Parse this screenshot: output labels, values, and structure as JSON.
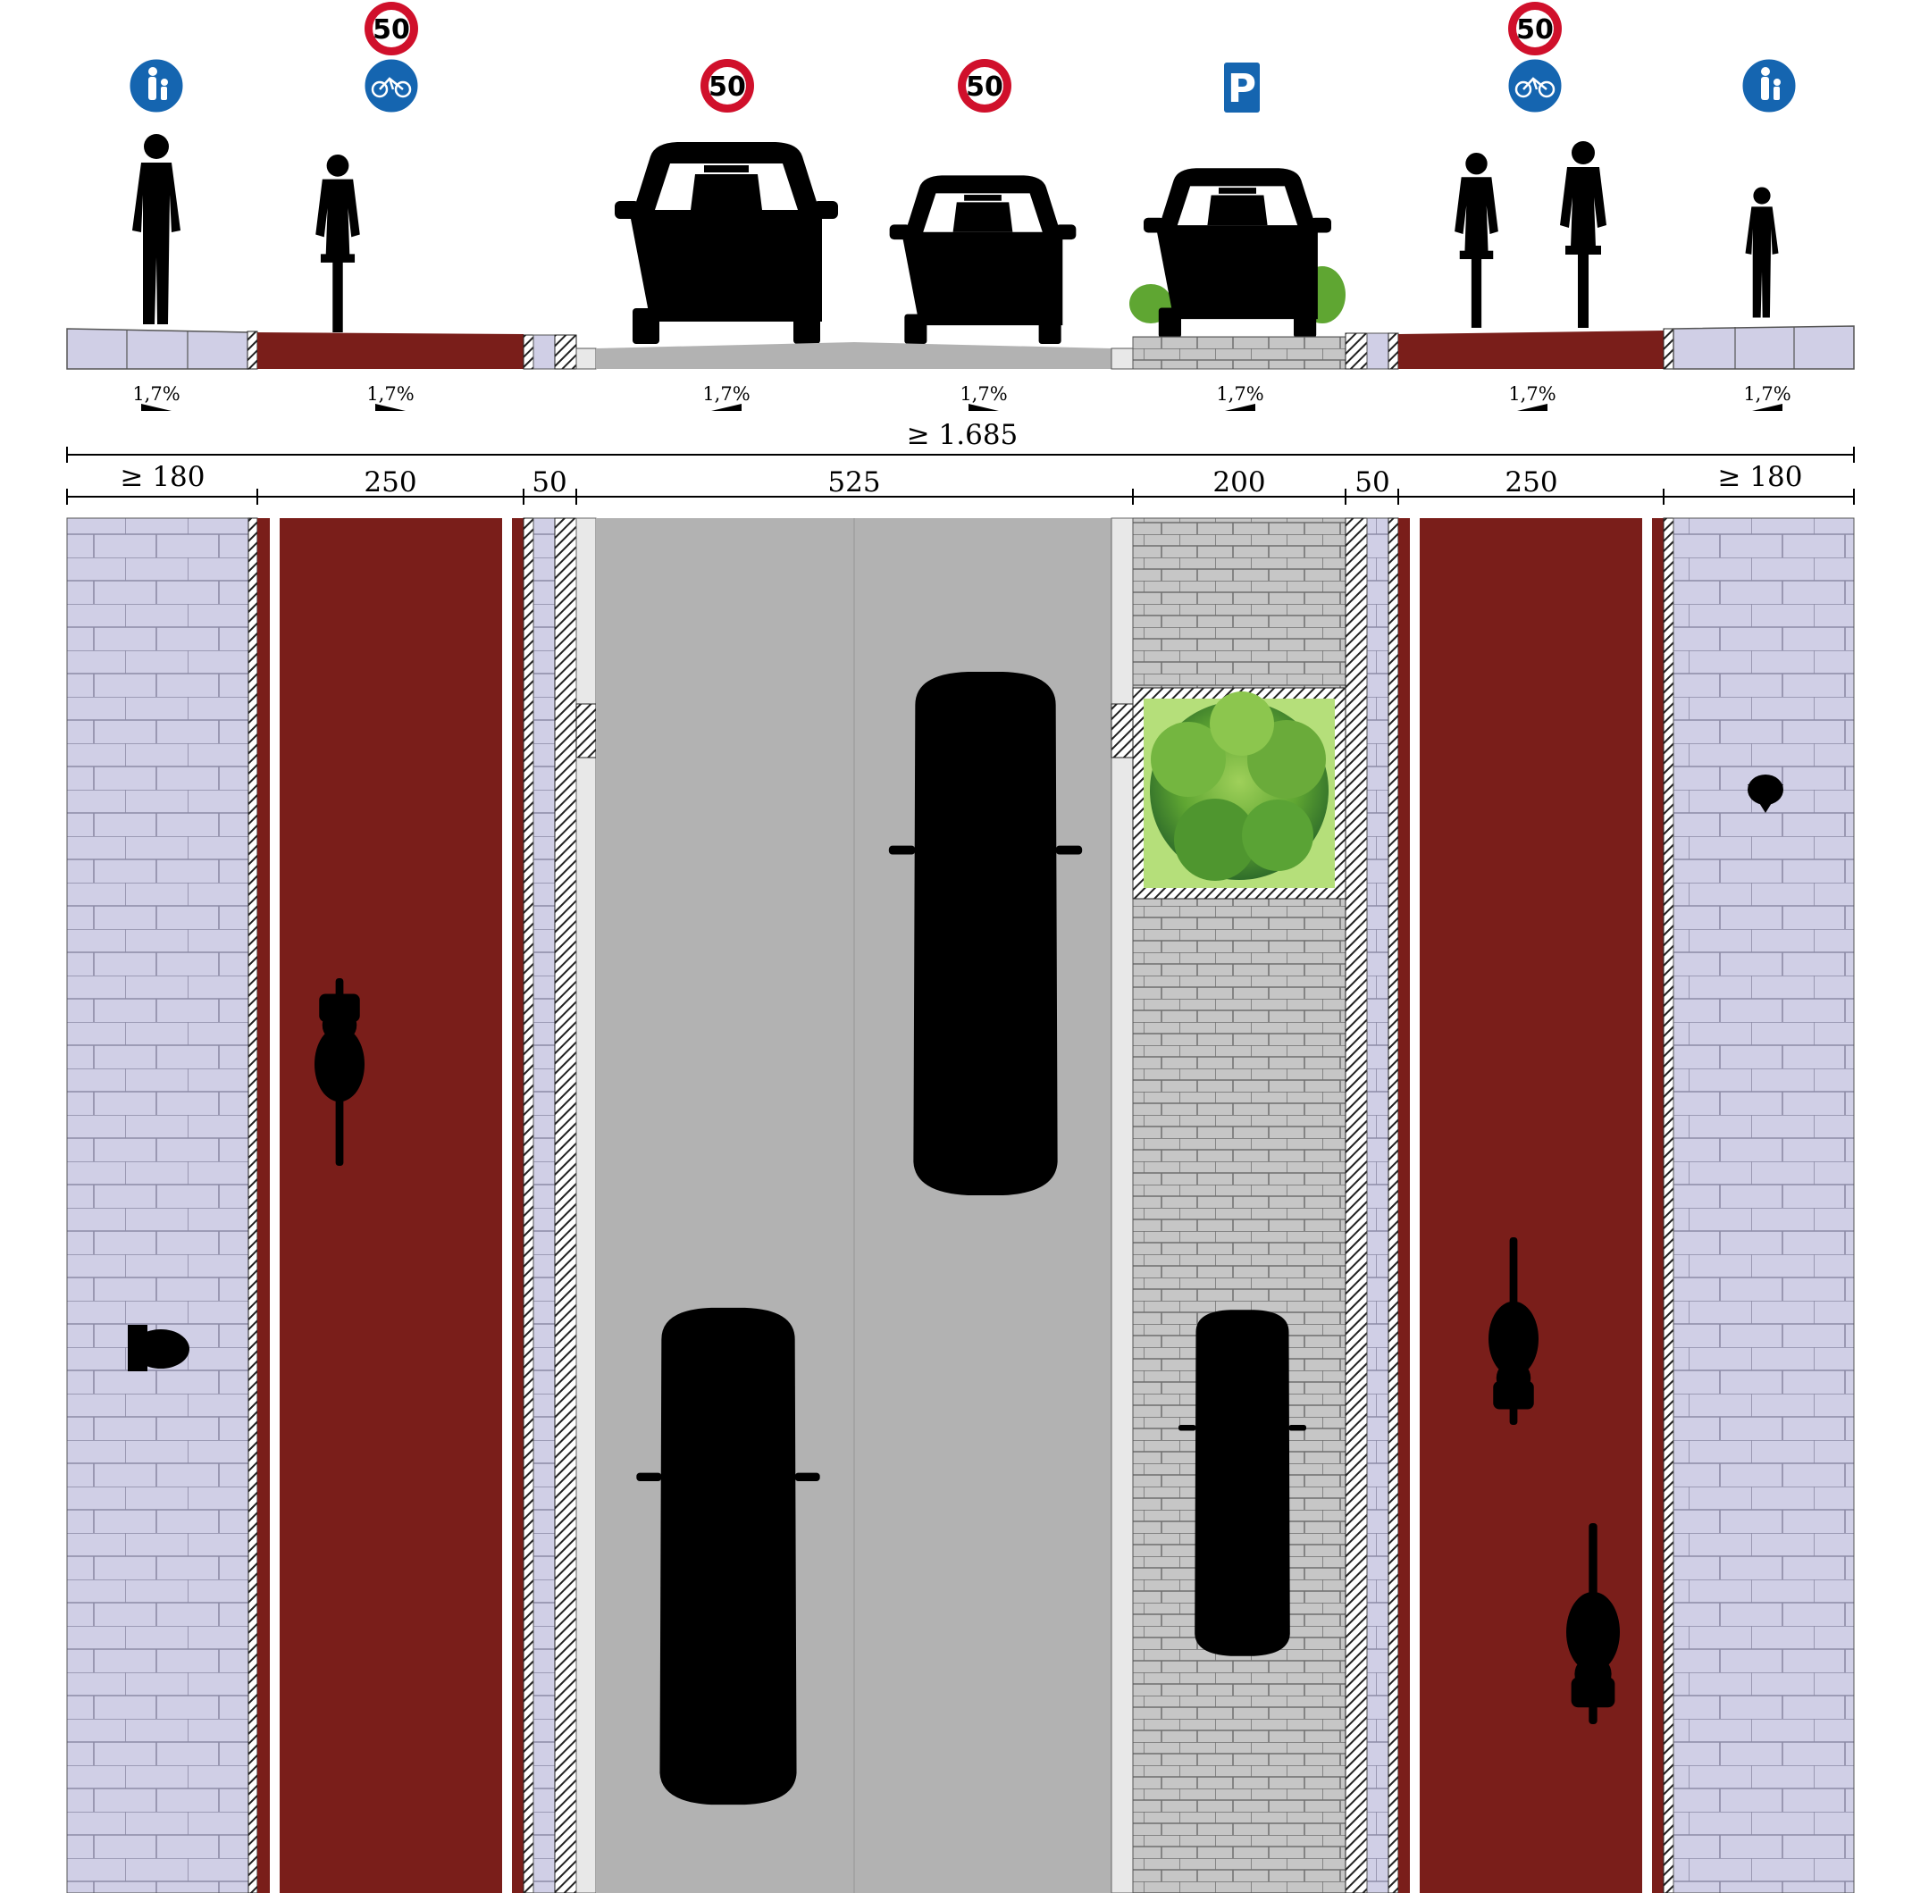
{
  "colors": {
    "footpath": "#d0cfe6",
    "cycle_path": "#7a1e1a",
    "carriageway": "#b2b2b2",
    "parking_pavers": "#c8c8c8",
    "kerb": "#555555",
    "sign_blue": "#1565b0",
    "sign_red": "#d0102b",
    "vegetation": "#6aa832"
  },
  "signs": {
    "speed_limit": "50",
    "parking": "P"
  },
  "cross_section": {
    "slope_label": "1,7%",
    "slopes": [
      "1,7%",
      "1,7%",
      "1,7%",
      "1,7%",
      "1,7%",
      "1,7%",
      "1,7%"
    ]
  },
  "dimensions": {
    "total": "≥ 1.685",
    "segments": [
      "≥ 180",
      "250",
      "50",
      "525",
      "200",
      "50",
      "250",
      "≥ 180"
    ]
  },
  "plan_view": {
    "vehicles": [
      "car",
      "car",
      "car"
    ],
    "cyclists": 3,
    "pedestrians": 2,
    "tree_pit": "bush"
  },
  "icons": [
    "pedestrian-sign-icon",
    "bicycle-sign-icon",
    "speed-limit-sign-icon",
    "parking-sign-icon",
    "car-front-icon",
    "cyclist-icon",
    "pedestrian-icon",
    "bush-icon"
  ]
}
